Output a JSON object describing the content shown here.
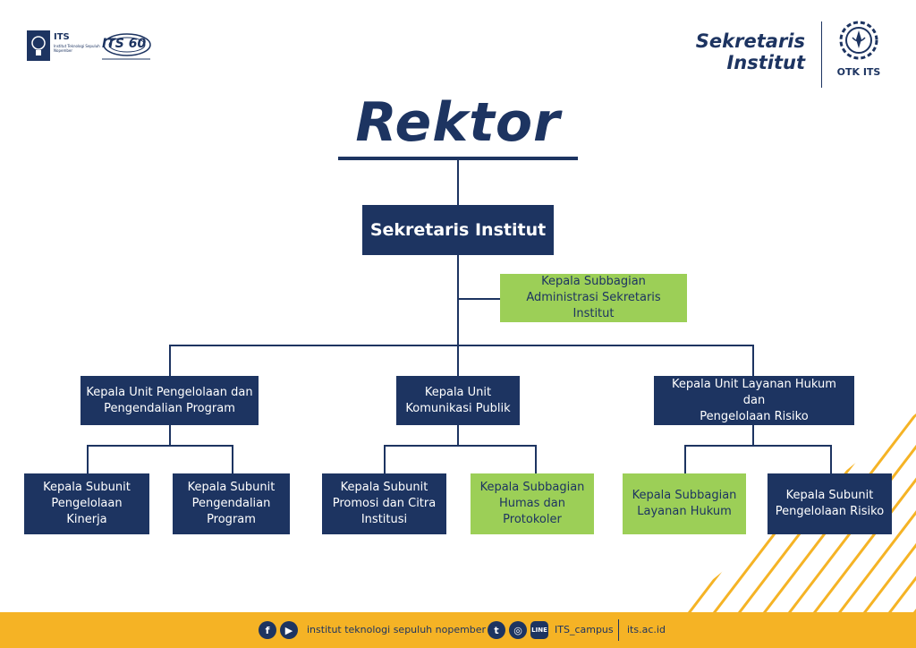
{
  "header": {
    "its_logo_text": "ITS",
    "its_logo_subtitle": "Institut Teknologi Sepuluh Nopember",
    "anniversary_logo_text": "ITS 60",
    "unit_title_line1": "Sekretaris",
    "unit_title_line2": "Institut",
    "otk_label": "OTK ITS"
  },
  "title": "Rektor",
  "org": {
    "sekretaris": "Sekretaris Institut",
    "admin": "Kepala Subbagian\nAdministrasi Sekretaris Institut",
    "unit_program": "Kepala Unit Pengelolaan dan\nPengendalian Program",
    "unit_komunikasi": "Kepala Unit\nKomunikasi Publik",
    "unit_hukum": "Kepala Unit Layanan Hukum dan\nPengelolaan Risiko",
    "sub_kinerja": "Kepala Subunit\nPengelolaan Kinerja",
    "sub_pengendalian": "Kepala Subunit\nPengendalian\nProgram",
    "sub_promosi": "Kepala Subunit\nPromosi dan Citra\nInstitusi",
    "sub_humas": "Kepala Subbagian\nHumas dan\nProtokoler",
    "sub_layanan": "Kepala Subbagian\nLayanan Hukum",
    "sub_risiko": "Kepala Subunit\nPengelolaan Risiko"
  },
  "footer": {
    "institution": "institut teknologi sepuluh nopember",
    "handle": "ITS_campus",
    "website": "its.ac.id"
  },
  "colors": {
    "navy": "#1d3461",
    "green": "#9ccf57",
    "yellow": "#f5b325"
  },
  "icons": [
    "facebook-icon",
    "youtube-icon",
    "twitter-icon",
    "instagram-icon",
    "line-icon"
  ]
}
